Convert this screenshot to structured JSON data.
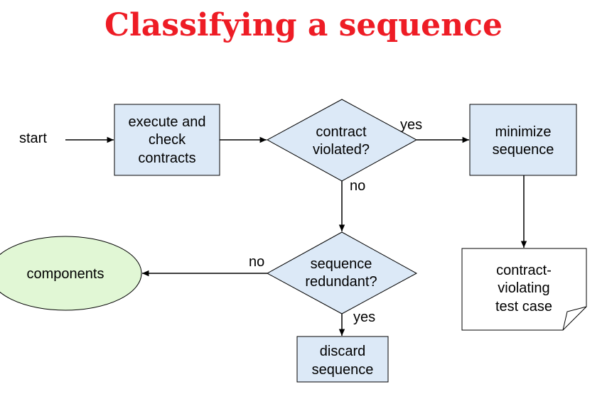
{
  "title": "Classifying a sequence",
  "start_label": "start",
  "nodes": {
    "execute": [
      "execute and",
      "check",
      "contracts"
    ],
    "contract_violated": [
      "contract",
      "violated?"
    ],
    "minimize": [
      "minimize",
      "sequence"
    ],
    "sequence_redundant": [
      "sequence",
      "redundant?"
    ],
    "components": [
      "components"
    ],
    "discard": [
      "discard",
      "sequence"
    ],
    "test_case": [
      "contract-",
      "violating",
      "test case"
    ]
  },
  "edge_labels": {
    "violated_yes": "yes",
    "violated_no": "no",
    "redundant_no": "no",
    "redundant_yes": "yes"
  },
  "colors": {
    "title": "#ee1c25",
    "box_fill": "#dce9f7",
    "ellipse_fill": "#e1f7d5",
    "stroke": "#000000"
  }
}
